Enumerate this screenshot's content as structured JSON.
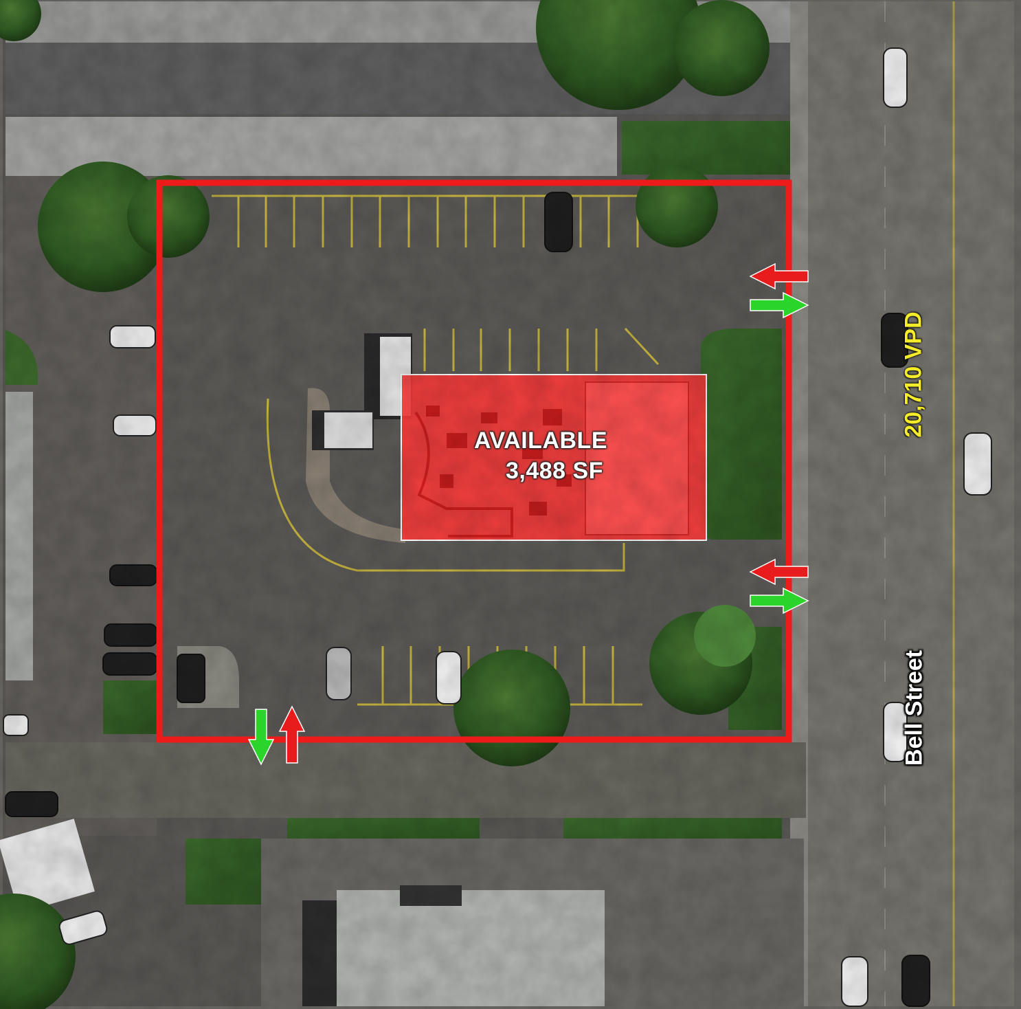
{
  "available_label": {
    "line1": "AVAILABLE",
    "line2": "3,488 SF"
  },
  "traffic_count": "20,710 VPD",
  "street_name": "Bell Street",
  "colors": {
    "boundary": "#ee1b1b",
    "available_fill": "#ff3a3a",
    "entry_arrow": "#2bd42b",
    "exit_arrow": "#e81c1c",
    "traffic_text": "#f4ec2a",
    "street_text": "#ffffff"
  },
  "icons": [
    "entry-arrow-icon",
    "exit-arrow-icon",
    "car-icon",
    "tree-icon"
  ]
}
